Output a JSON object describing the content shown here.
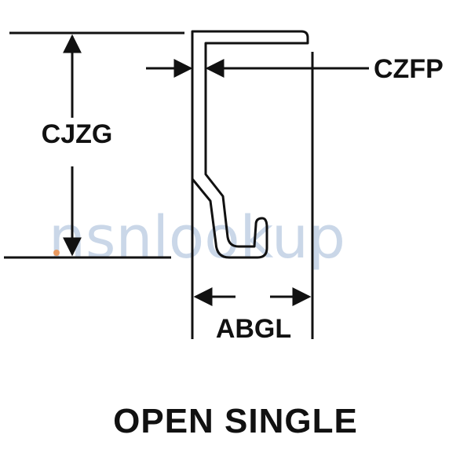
{
  "dimensions": {
    "height_label": "CJZG",
    "thickness_label": "CZFP",
    "width_label": "ABGL"
  },
  "caption": "OPEN SINGLE",
  "watermark": "nsnlookup",
  "colors": {
    "line": "#111111",
    "watermark": "#9fb8d6",
    "watermark_accent": "#f08a3c"
  }
}
